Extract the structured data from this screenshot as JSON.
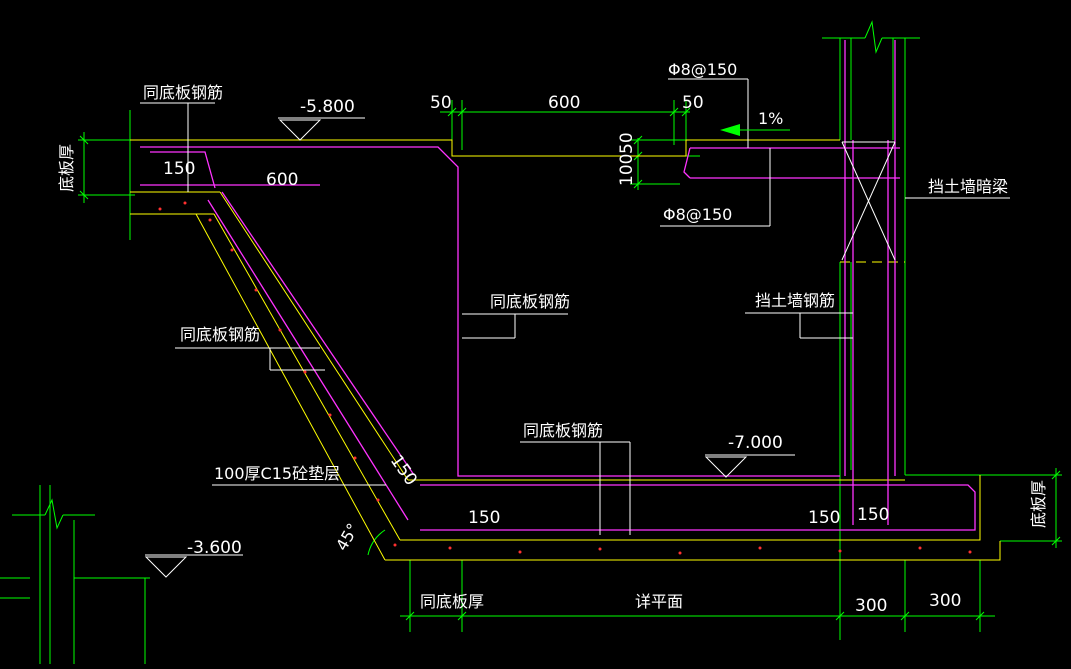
{
  "labels": {
    "tong_dibang_gangjin_top": "同底板钢筋",
    "tong_dibang_gangjin_slope": "同底板钢筋",
    "tong_dibang_gangjin_mid": "同底板钢筋",
    "tong_dibang_gangjin_bottom": "同底板钢筋",
    "dangtu_qiang_gangjin": "挡土墙钢筋",
    "dangtu_qiang_anliang": "挡土墙暗梁",
    "dianceng": "100厚C15砼垫层",
    "dibang_hou_left": "底板厚",
    "dibang_hou_right": "底板厚",
    "tong_dibang_hou": "同底板厚",
    "xiang_pingmian": "详平面",
    "rebar_top": "Φ8@150",
    "rebar_bottom": "Φ8@150",
    "slope": "1%",
    "angle": "45°"
  },
  "elevations": {
    "top": "-5.800",
    "bottom": "-7.000",
    "left": "-3.600"
  },
  "dims": {
    "d50_left": "50",
    "d600_top": "600",
    "d50_right": "50",
    "d100": "100",
    "d50_vert": "50",
    "d150_top": "150",
    "d600_left": "600",
    "d150_slope": "150",
    "d150_bl": "150",
    "d150_br1": "150",
    "d150_br2": "150",
    "d300_a": "300",
    "d300_b": "300"
  }
}
